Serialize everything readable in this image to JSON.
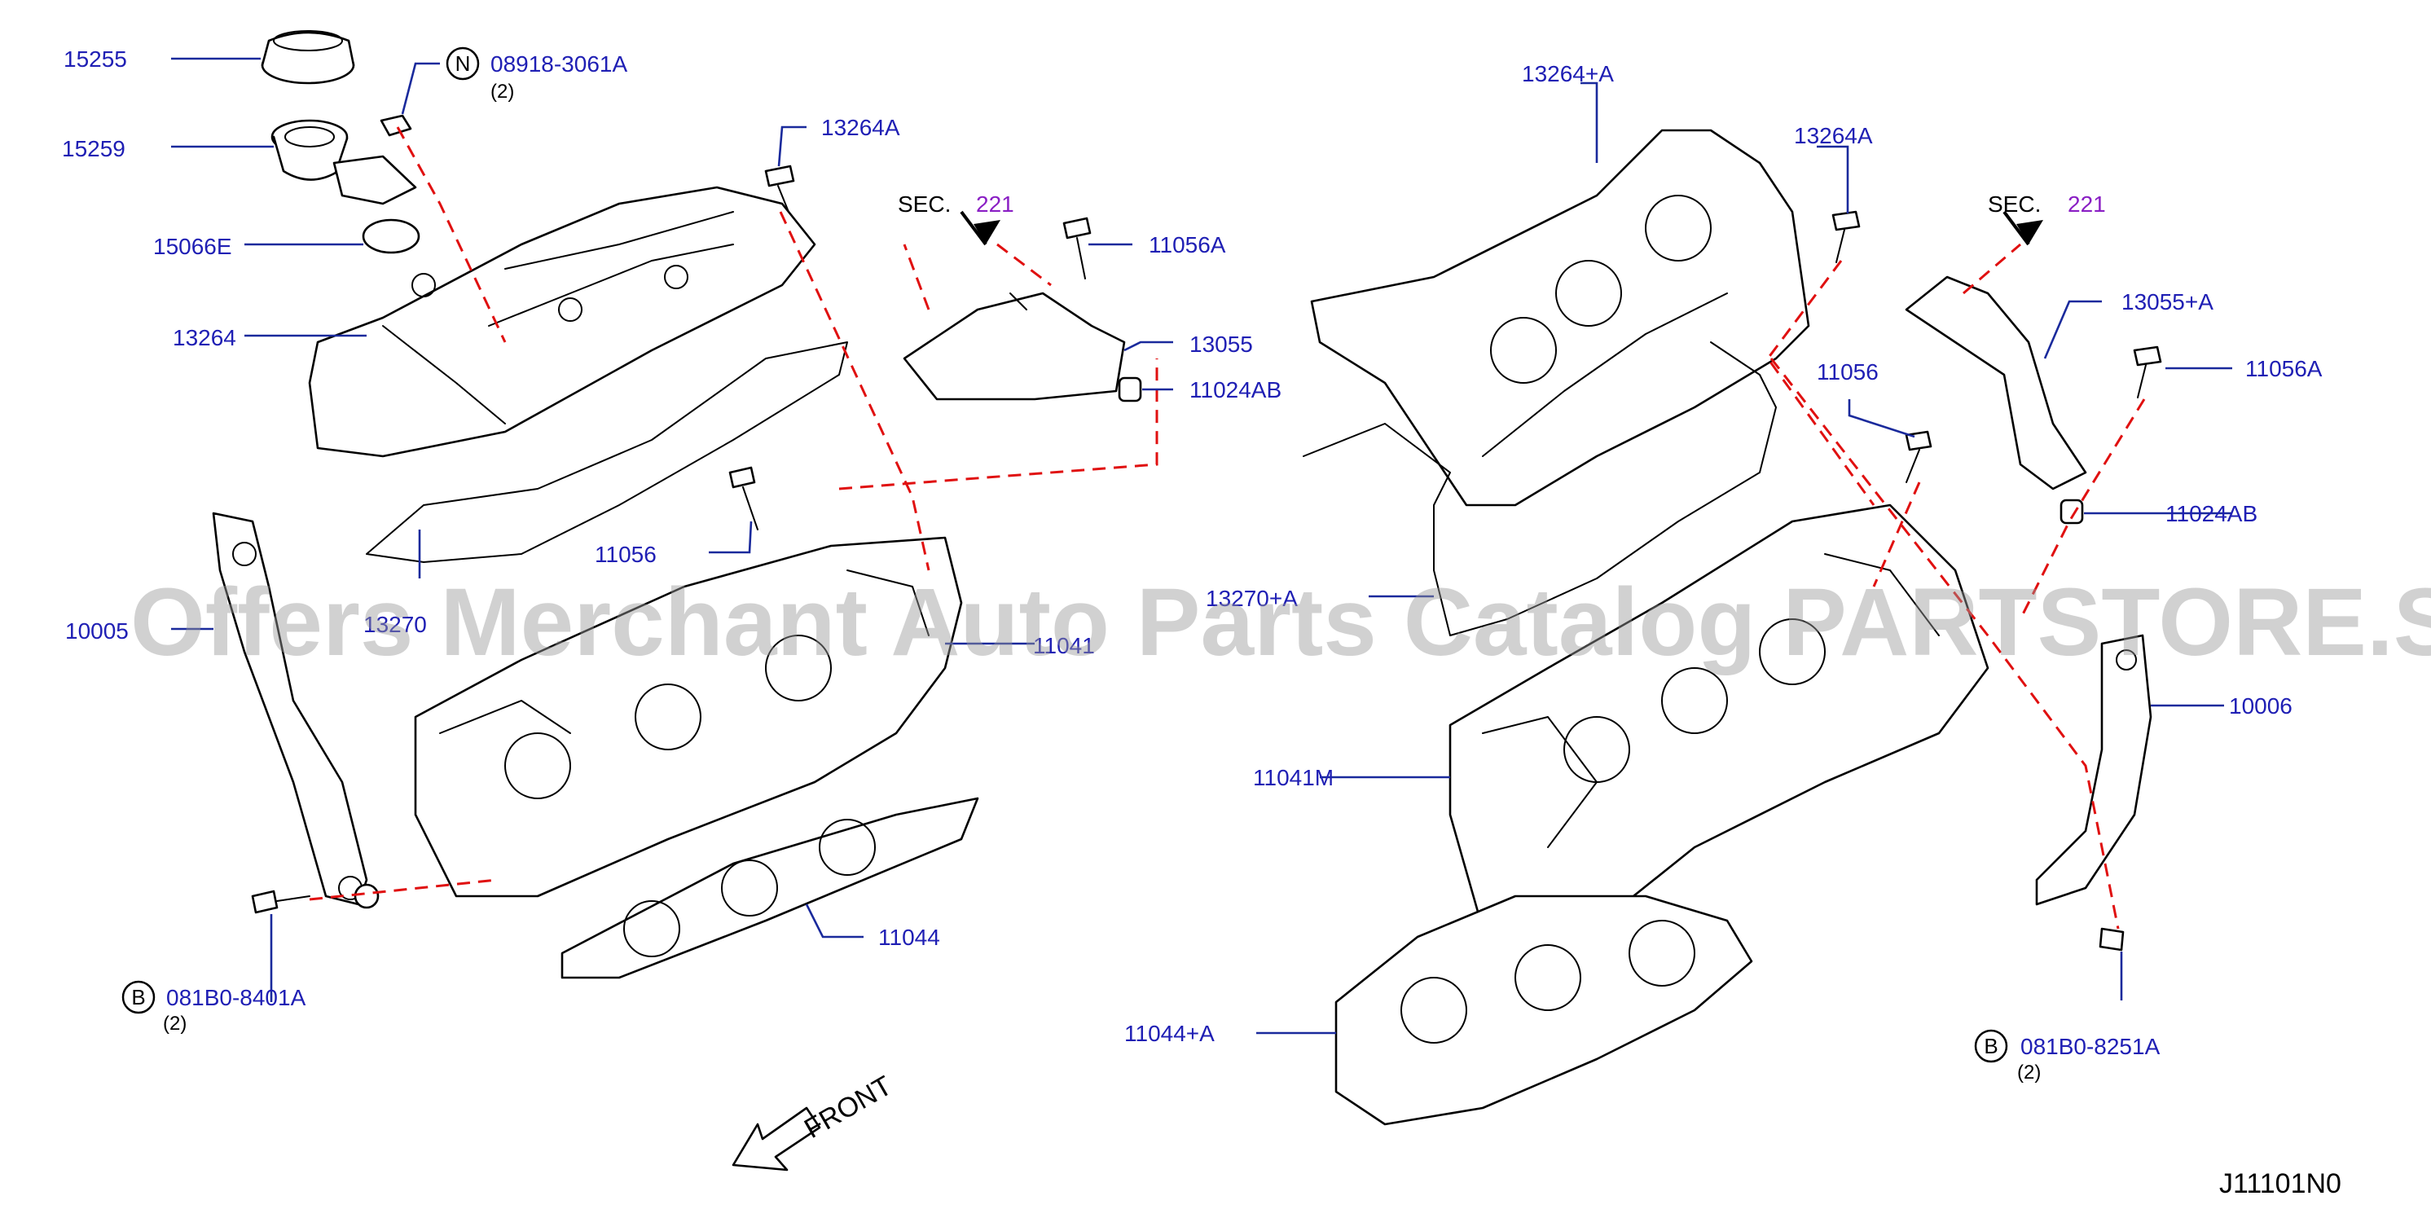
{
  "diagram_code": "J11101N0",
  "watermark": "Offers Merchant Auto Parts Catalog PARTSTORE.SA",
  "front_label": "FRONT",
  "sec_ref": {
    "prefix": "SEC.",
    "number": "221"
  },
  "callouts": {
    "oil_cap": "15255",
    "filler_neck": "15259",
    "filler_gasket": "15066E",
    "valve_cover_left": "13264",
    "nut_part": "08918-3061A",
    "nut_qty": "(2)",
    "bolt_13264a_left": "13264A",
    "cover_bolt_11056a_left": "11056A",
    "bracket_13055": "13055",
    "collar_11024ab_left": "11024AB",
    "bolt_11056_left": "11056",
    "gasket_13270": "13270",
    "plate_10005": "10005",
    "head_11041": "11041",
    "head_gasket_11044": "11044",
    "bolt_b_left": "081B0-8401A",
    "bolt_b_left_qty": "(2)",
    "valve_cover_right": "13264+A",
    "bolt_13264a_right": "13264A",
    "bolt_11056_right": "11056",
    "bracket_13055a": "13055+A",
    "cover_bolt_11056a_right": "11056A",
    "collar_11024ab_right": "11024AB",
    "gasket_13270a": "13270+A",
    "plate_10006": "10006",
    "head_11041m": "11041M",
    "head_gasket_11044a": "11044+A",
    "bolt_b_right": "081B0-8251A",
    "bolt_b_right_qty": "(2)"
  },
  "markers": {
    "nut": "N",
    "bolt": "B"
  },
  "colors": {
    "callout": "#1f1fb4",
    "leader": "#1a2a9c",
    "dashed_line": "#e01010",
    "sec_number": "#8a1fc4",
    "watermark": "#9a9a9a"
  }
}
